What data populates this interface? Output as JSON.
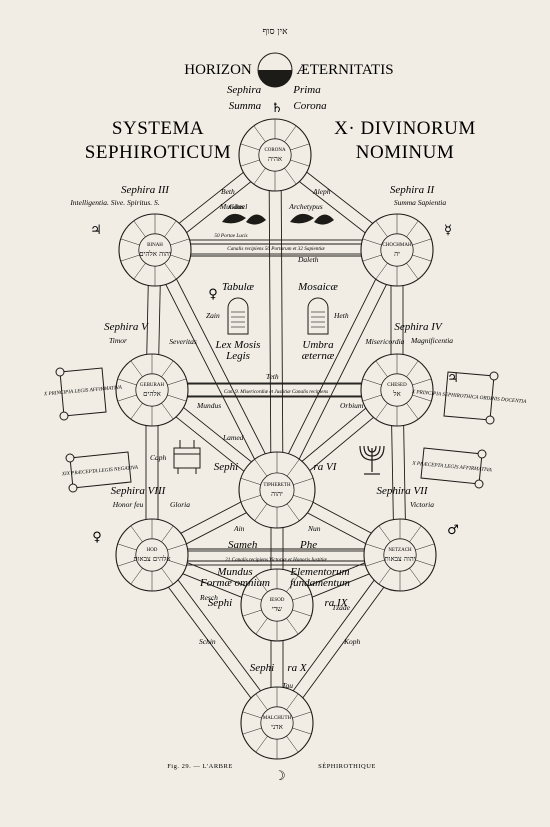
{
  "top": {
    "hebrew": "אין סוף",
    "horizon_left": "HORIZON",
    "horizon_right": "ÆTERNITATIS",
    "sephira_prima_1": "Sephira",
    "sephira_prima_2": "Prima",
    "summa": "Summa",
    "corona": "Corona"
  },
  "title_left": {
    "line1": "SYSTEMA",
    "line2": "SEPHIROTICUM"
  },
  "title_right": {
    "line1": "X· DIVINORUM",
    "line2": "NOMINUM"
  },
  "sephira_labels": {
    "s3": {
      "name": "Sephira III",
      "sub": "Intelligentia. Sive. Spiritus. S."
    },
    "s2": {
      "name": "Sephira II",
      "sub": "Summa Sapientia"
    },
    "s5": {
      "name": "Sephira V",
      "sub": "Timor",
      "extra": "Severitas"
    },
    "s4": {
      "name": "Sephira IV",
      "sub": "Magnificentia",
      "extra": "Misericordia"
    },
    "s6_left": "Sephi",
    "s6_right": "ra VI",
    "s8": {
      "name": "Sephira VIII",
      "sub": "Honor feu",
      "extra": "Gloria"
    },
    "s7": {
      "name": "Sephira VII",
      "sub": "Victoria"
    },
    "s9": "Sephi",
    "s9b": "ra IX",
    "s10": "Sephi",
    "s10b": "ra X"
  },
  "circle_names": {
    "keter": "CORONA",
    "binah": "BINAH",
    "chochmah": "CHOCHMAH",
    "geburah": "GEBURAH",
    "chesed": "CHESED",
    "tiphereth": "TIPHERETH",
    "hod": "HOD",
    "netzach": "NETZACH",
    "yesod": "IESOD",
    "malkuth": "MALCHUTH"
  },
  "hebrew_names": {
    "keter": "אהיה",
    "binah": "יהוה אלהים",
    "chochmah": "יה",
    "geburah": "אלהים",
    "chesed": "אל",
    "tiphereth": "יהוה",
    "hod": "אלהים צבאות",
    "netzach": "יהוה צבאות",
    "yesod": "שדי",
    "malkuth": "אדני"
  },
  "path_labels": {
    "beth": "Beth",
    "aleph": "Aleph",
    "gimel": "Gimel",
    "daleth": "Daleth",
    "mundus_left": "Mundus",
    "archetypus": "Archetypus",
    "porta_lucis": "50 Portae Lucis",
    "canalis_bar": "Canalis recipiens 50 Portarum et 32 Sapientiæ",
    "tabulae": "Tabulæ",
    "mosaicae": "Mosaicæ",
    "lex_mosis": "Lex Mosis",
    "legis": "Legis",
    "umbra": "Umbra",
    "aeternae": "æternæ",
    "zain": "Zain",
    "teth": "Teth",
    "heth": "Heth",
    "mundus2": "Mundus",
    "orbium": "Orbium",
    "misericordia_bar": "Can. 9. Misericordiæ et Justitiæ Canalis recipiens",
    "lamed": "Lamed",
    "caph": "Caph",
    "ain": "Ain",
    "nun": "Nun",
    "sameh": "Sameh",
    "phe": "Phe",
    "victoriae_bar": "21 Canalis recipiens Victoriæ et Honoris Iustitiæ",
    "mundus3": "Mundus",
    "elementorum": "Elementorum",
    "forma_omnium": "Formæ omnium",
    "fundamentum": "fundamentum",
    "resch": "Resch",
    "tzade": "Tzade",
    "schin": "Schin",
    "koph": "Koph",
    "tau": "Tau"
  },
  "scrolls": {
    "left_top": "X PRINCIPIA LEGIS AFFIRMATIVA",
    "left_bottom": "XIX PRÆCEPTA LEGIS NEGATIVA",
    "right_top": "X PRINCIPIA SEPHIROTHICA ORDINIS DOCENTIA",
    "right_bottom": "X PRÆCEPTA LEGIS AFFIRMATIVA"
  },
  "caption": {
    "left": "Fig. 29. — L'ARBRE",
    "right": "SÉPHIROTHIQUE"
  },
  "planets": {
    "saturn_top": "♄",
    "jupiter": "♃",
    "venus": "♀",
    "mercury": "☿",
    "mars": "♂",
    "moon": "☽",
    "venus2": "♀"
  }
}
